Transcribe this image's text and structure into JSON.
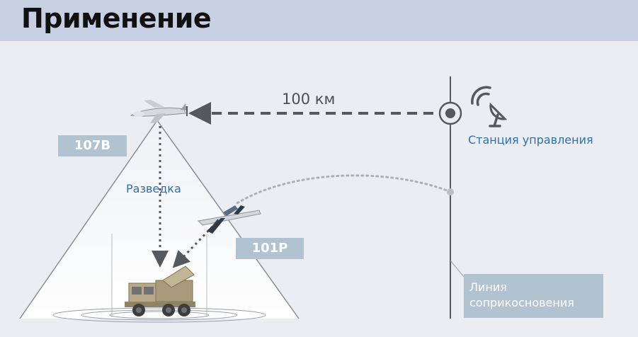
{
  "header": {
    "title": "Применение"
  },
  "diagram": {
    "distance_label": "100 км",
    "station_label": "Станция управления",
    "recon_label": "Разведка",
    "drone_recon_tag": "107В",
    "drone_strike_tag": "101Р",
    "contact_line_label": [
      "Линия",
      "соприкосновения"
    ]
  },
  "colors": {
    "header_bg": "#c7d0e3",
    "page_bg": "#ebedf2",
    "accent_blue": "#2d6fb0",
    "tag_bg": "#b1c2d1",
    "line_dark": "#55585e"
  },
  "icons": [
    "recon-drone-icon",
    "strike-drone-icon",
    "rocket-launcher-truck-icon",
    "satellite-dish-icon",
    "control-station-marker-icon"
  ]
}
